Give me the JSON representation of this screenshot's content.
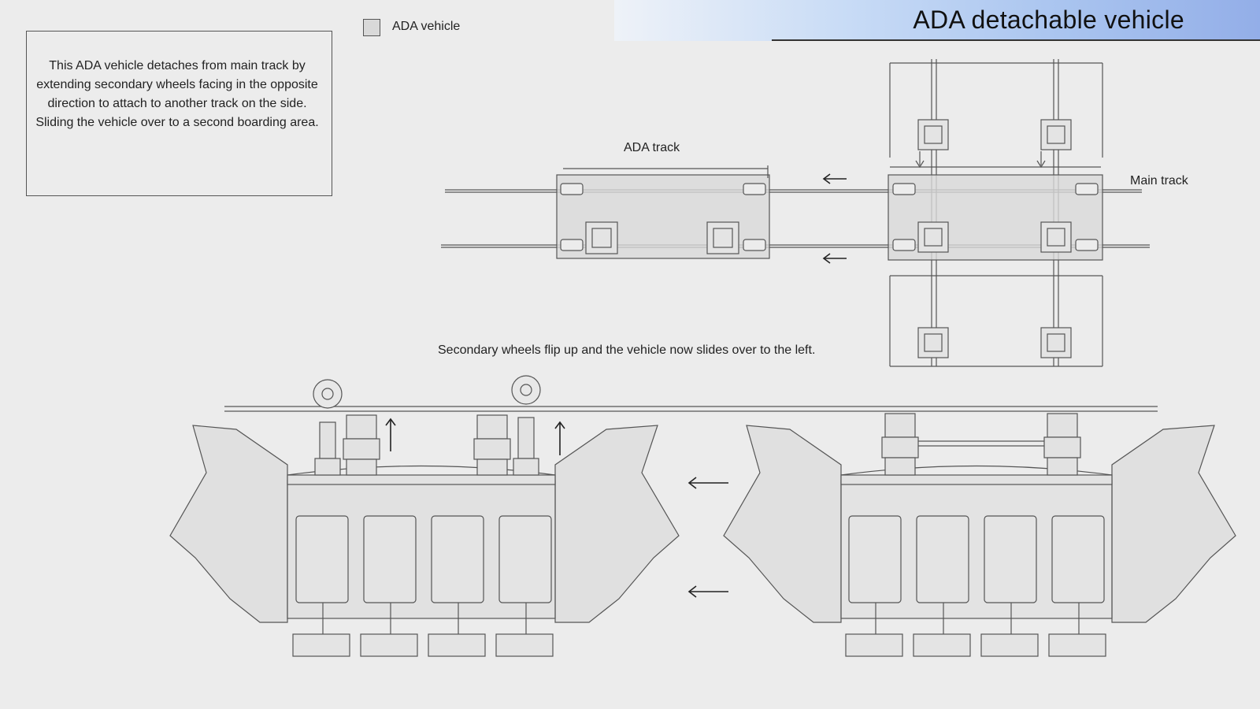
{
  "header": {
    "title": "ADA detachable vehicle"
  },
  "legend": {
    "label": "ADA vehicle",
    "swatch_color": "#d9d9d9"
  },
  "description": "This ADA vehicle detaches from main track by extending secondary wheels facing in the opposite direction to attach to another track on the side. Sliding the vehicle over to a second boarding area.",
  "labels": {
    "ada_track": "ADA track",
    "main_track": "Main track",
    "caption": "Secondary wheels flip up and the vehicle now slides over to the left."
  },
  "colors": {
    "title_gradient_end": "#93aee8",
    "sketch_line": "#555555",
    "vehicle_fill": "#d9d9d9"
  }
}
